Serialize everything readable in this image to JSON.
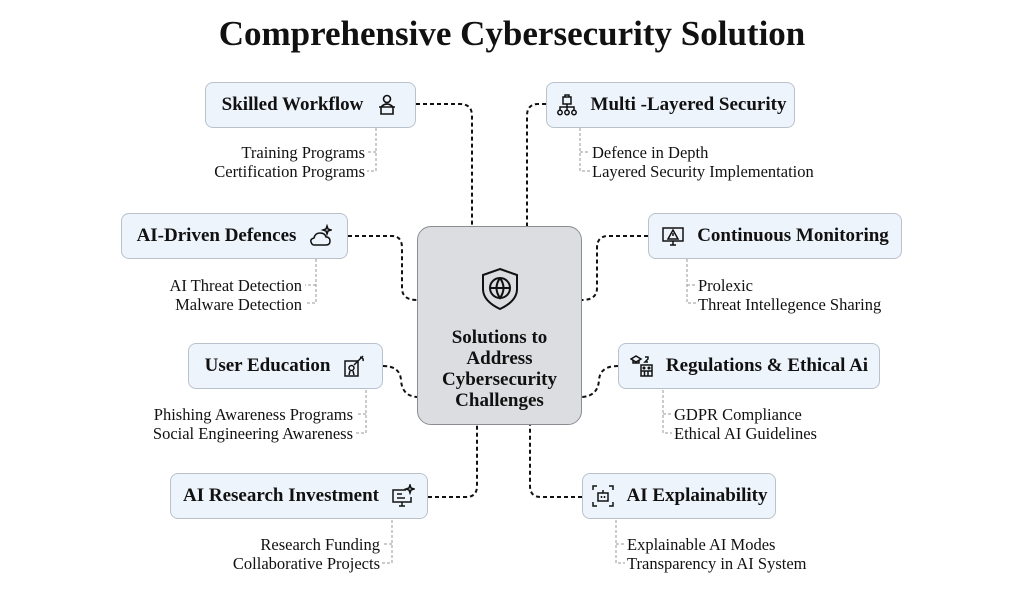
{
  "title": "Comprehensive Cybersecurity Solution",
  "center": {
    "label": "Solutions to Address Cybersecurity Challenges",
    "icon": "shield-globe-icon"
  },
  "nodes": [
    {
      "label": "Skilled Workflow",
      "icon": "person-desk-icon",
      "items": [
        "Training Programs",
        "Certification Programs"
      ]
    },
    {
      "label": "Multi -Layered Security",
      "icon": "lock-hierarchy-icon",
      "items": [
        "Defence in Depth",
        "Layered Security Implementation"
      ]
    },
    {
      "label": "AI-Driven Defences",
      "icon": "cloud-sparkle-icon",
      "items": [
        "AI Threat Detection",
        "Malware Detection"
      ]
    },
    {
      "label": "Continuous Monitoring",
      "icon": "monitor-warning-icon",
      "items": [
        "Prolexic",
        "Threat Intellegence Sharing"
      ]
    },
    {
      "label": "User Education",
      "icon": "certificate-pen-icon",
      "items": [
        "Phishing Awareness Programs",
        "Social Engineering Awareness"
      ]
    },
    {
      "label": "Regulations & Ethical Ai",
      "icon": "graduation-robot-icon",
      "items": [
        "GDPR Compliance",
        "Ethical AI Guidelines"
      ]
    },
    {
      "label": "AI Research Investment",
      "icon": "monitor-sparkle-icon",
      "items": [
        "Research Funding",
        "Collaborative Projects"
      ]
    },
    {
      "label": "AI Explainability",
      "icon": "robot-frame-icon",
      "items": [
        "Explainable AI Modes",
        "Transparency in AI System"
      ]
    }
  ]
}
